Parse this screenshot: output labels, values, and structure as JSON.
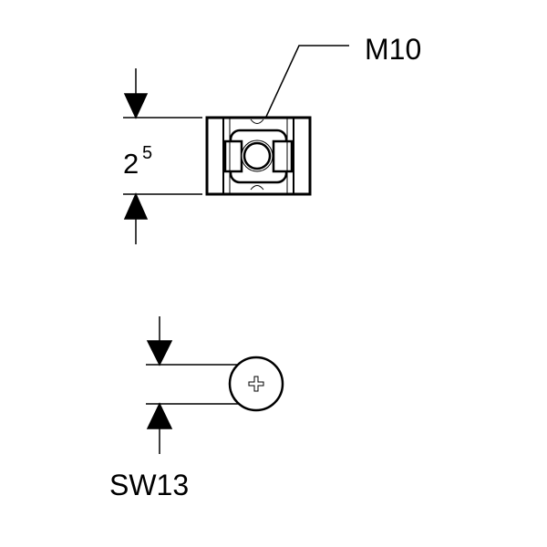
{
  "top_view": {
    "thread_label": "M10",
    "dimension_main": "2",
    "dimension_sup": "5"
  },
  "bottom_view": {
    "wrench_label": "SW13"
  },
  "colors": {
    "line": "#000000",
    "background": "#ffffff"
  }
}
